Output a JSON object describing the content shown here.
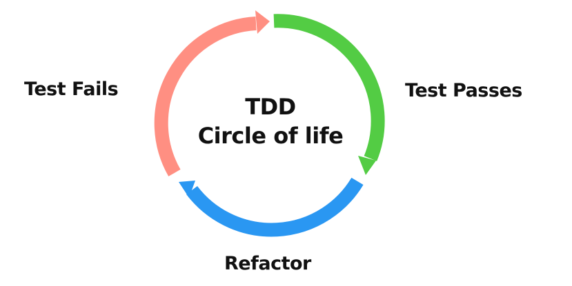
{
  "diagram": {
    "center_title": "TDD",
    "center_subtitle": "Circle of life",
    "stages": [
      {
        "label": "Test Fails",
        "color": "#FF8F82"
      },
      {
        "label": "Test Passes",
        "color": "#53CC44"
      },
      {
        "label": "Refactor",
        "color": "#2A97F2"
      }
    ]
  }
}
